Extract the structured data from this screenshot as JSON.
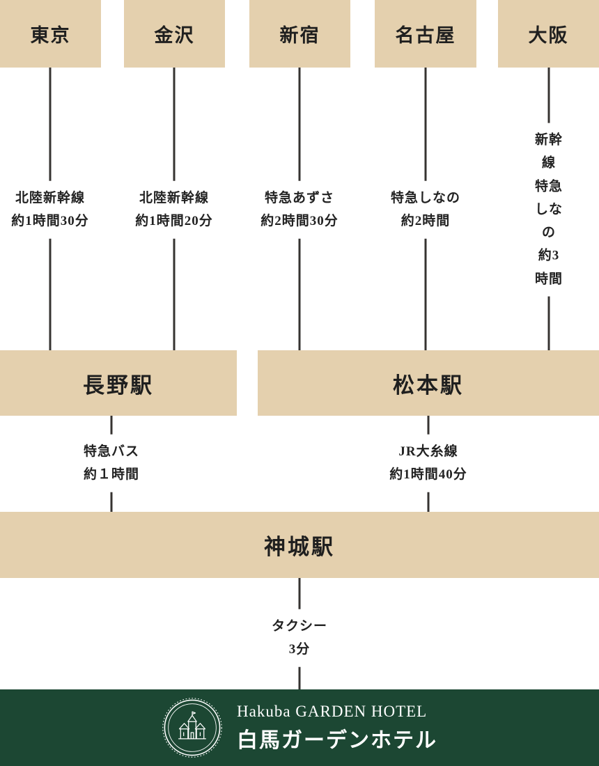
{
  "colors": {
    "box_bg": "#e4d0ae",
    "line": "#363331",
    "text": "#222222",
    "footer_bg": "#1c4733",
    "footer_text": "#ffffff"
  },
  "top_stations": [
    {
      "name": "東京",
      "route": "北陸新幹線\n約1時間30分"
    },
    {
      "name": "金沢",
      "route": "北陸新幹線\n約1時間20分"
    },
    {
      "name": "新宿",
      "route": "特急あずさ\n約2時間30分"
    },
    {
      "name": "名古屋",
      "route": "特急しなの\n約2時間"
    },
    {
      "name": "大阪",
      "route": "新幹線\n特急しなの\n約3時間"
    }
  ],
  "mid_stations": [
    {
      "name": "長野駅",
      "route": "特急バス\n約１時間"
    },
    {
      "name": "松本駅",
      "route": "JR大糸線\n約1時間40分"
    }
  ],
  "final_station": {
    "name": "神城駅",
    "route": "タクシー\n3分"
  },
  "footer": {
    "name_en": "Hakuba GARDEN HOTEL",
    "name_ja": "白馬ガーデンホテル"
  },
  "icons": {
    "logo": "hotel-emblem"
  }
}
